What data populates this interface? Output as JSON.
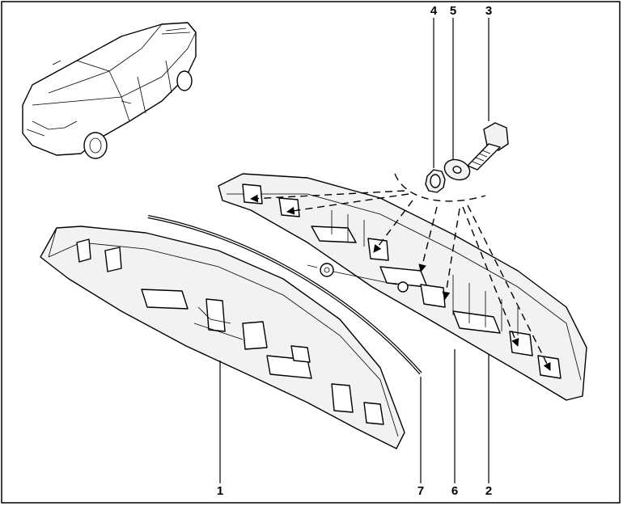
{
  "callouts": {
    "c1": "1",
    "c2": "2",
    "c3": "3",
    "c4": "4",
    "c5": "5",
    "c6": "6",
    "c7": "7"
  },
  "icons": {
    "car": "sedan-car-icon",
    "arrow": "arrowhead"
  },
  "colors": {
    "line": "#000000",
    "part_fill": "#f2f2f2",
    "background": "#ffffff"
  }
}
